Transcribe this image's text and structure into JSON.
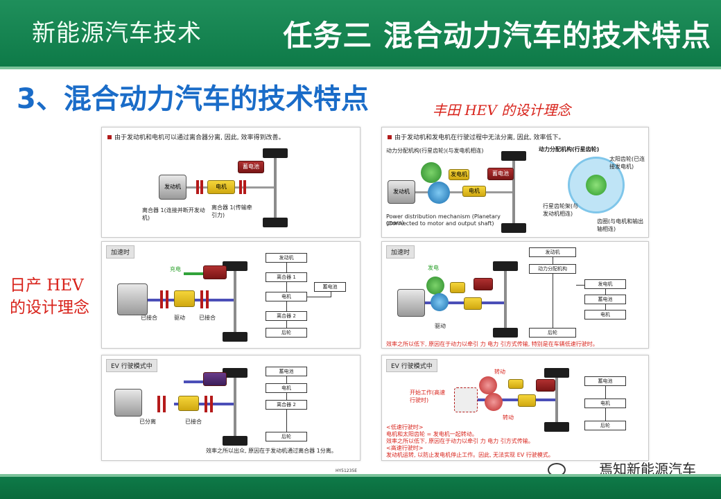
{
  "header": {
    "course_title": "新能源汽车技术",
    "task_title": "任务三 混合动力汽车的技术特点"
  },
  "section_title": "3、混合动力汽车的技术特点",
  "captions": {
    "toyota": "丰田 HEV 的设计理念",
    "nissan_line1": "日产 HEV",
    "nissan_line2": "的设计理念"
  },
  "left_top": {
    "note": "由于发动机和电机可以通过离合器分离, 因此, 效率得到改善。",
    "engine": "发动机",
    "motor": "电机",
    "battery": "蓄电池",
    "clutch1": "离合器 1(连接并断开发动机)",
    "clutch2": "离合器 1(传输牵引力)"
  },
  "left_mid": {
    "head": "加速时",
    "charge": "充电",
    "engaged1": "已接合",
    "drive": "驱动",
    "engaged2": "已接合",
    "flow": [
      "发动机",
      "离合器 1",
      "电机",
      "离合器 2",
      "后轮"
    ],
    "battery_box": "蓄电池"
  },
  "left_bot": {
    "head": "EV 行驶模式中",
    "separated": "已分离",
    "engaged": "已接合",
    "flow": [
      "蓄电池",
      "电机",
      "离合器 2",
      "后轮"
    ],
    "note": "效率之所以出众, 原因在于发动机通过离合器 1分离。",
    "code": "HY51235E"
  },
  "right_top": {
    "note": "由于发动机和发电机在行驶过程中无法分离, 因此, 效率低下。",
    "psd_label": "动力分配机构(行星齿轮)(与发电机相连)",
    "psd_title": "动力分配机构(行星齿轮)",
    "generator": "发电机",
    "engine": "发动机",
    "motor": "电机",
    "battery": "蓄电池",
    "sun_gear": "太阳齿轮(已连接发电机)",
    "carrier": "行星齿轮架(与发动机相连)",
    "ring_gear": "齿圈(与电机和输出轴相连)",
    "english1": "Power distribution mechanism (Planetary gears)",
    "english2": "(Connected to motor and output shaft)"
  },
  "right_mid": {
    "head": "加速时",
    "generate": "发电",
    "drive": "驱动",
    "flow_engine": "发动机",
    "flow_psd": "动力分配机构",
    "flow_gen": "发电机",
    "flow_batt": "蓄电池",
    "flow_motor": "电机",
    "flow_rear": "后轮",
    "note": "效率之所以低下, 原因在于动力以牵引 力 电力 引方式传输, 特别是在车辆低速行驶时。"
  },
  "right_bot": {
    "head": "EV 行驶模式中",
    "rotate1": "转动",
    "start": "开始工作(高速行驶时)",
    "rotate2": "转动",
    "flow": [
      "蓄电池",
      "电机",
      "后轮"
    ],
    "notes": [
      "<低速行驶时>",
      "电机和太阳齿轮 = 发电机一起转动。",
      "效率之所以低下, 原因在于动力以牵引 力 电力 引方式传输。",
      "<高速行驶时>",
      "发动机运转, 以防止发电机停止工作。因此, 无法实现 EV 行驶模式。"
    ]
  },
  "watermark": "焉知新能源汽车",
  "colors": {
    "header_green": "#0e7a48",
    "title_blue": "#1a6cc8",
    "caption_red": "#d8231b",
    "battery_red": "#8a1e1e",
    "motor_yellow": "#e0bc1e",
    "gear_green": "#2fa33a",
    "gear_blue": "#1f8fd0"
  }
}
